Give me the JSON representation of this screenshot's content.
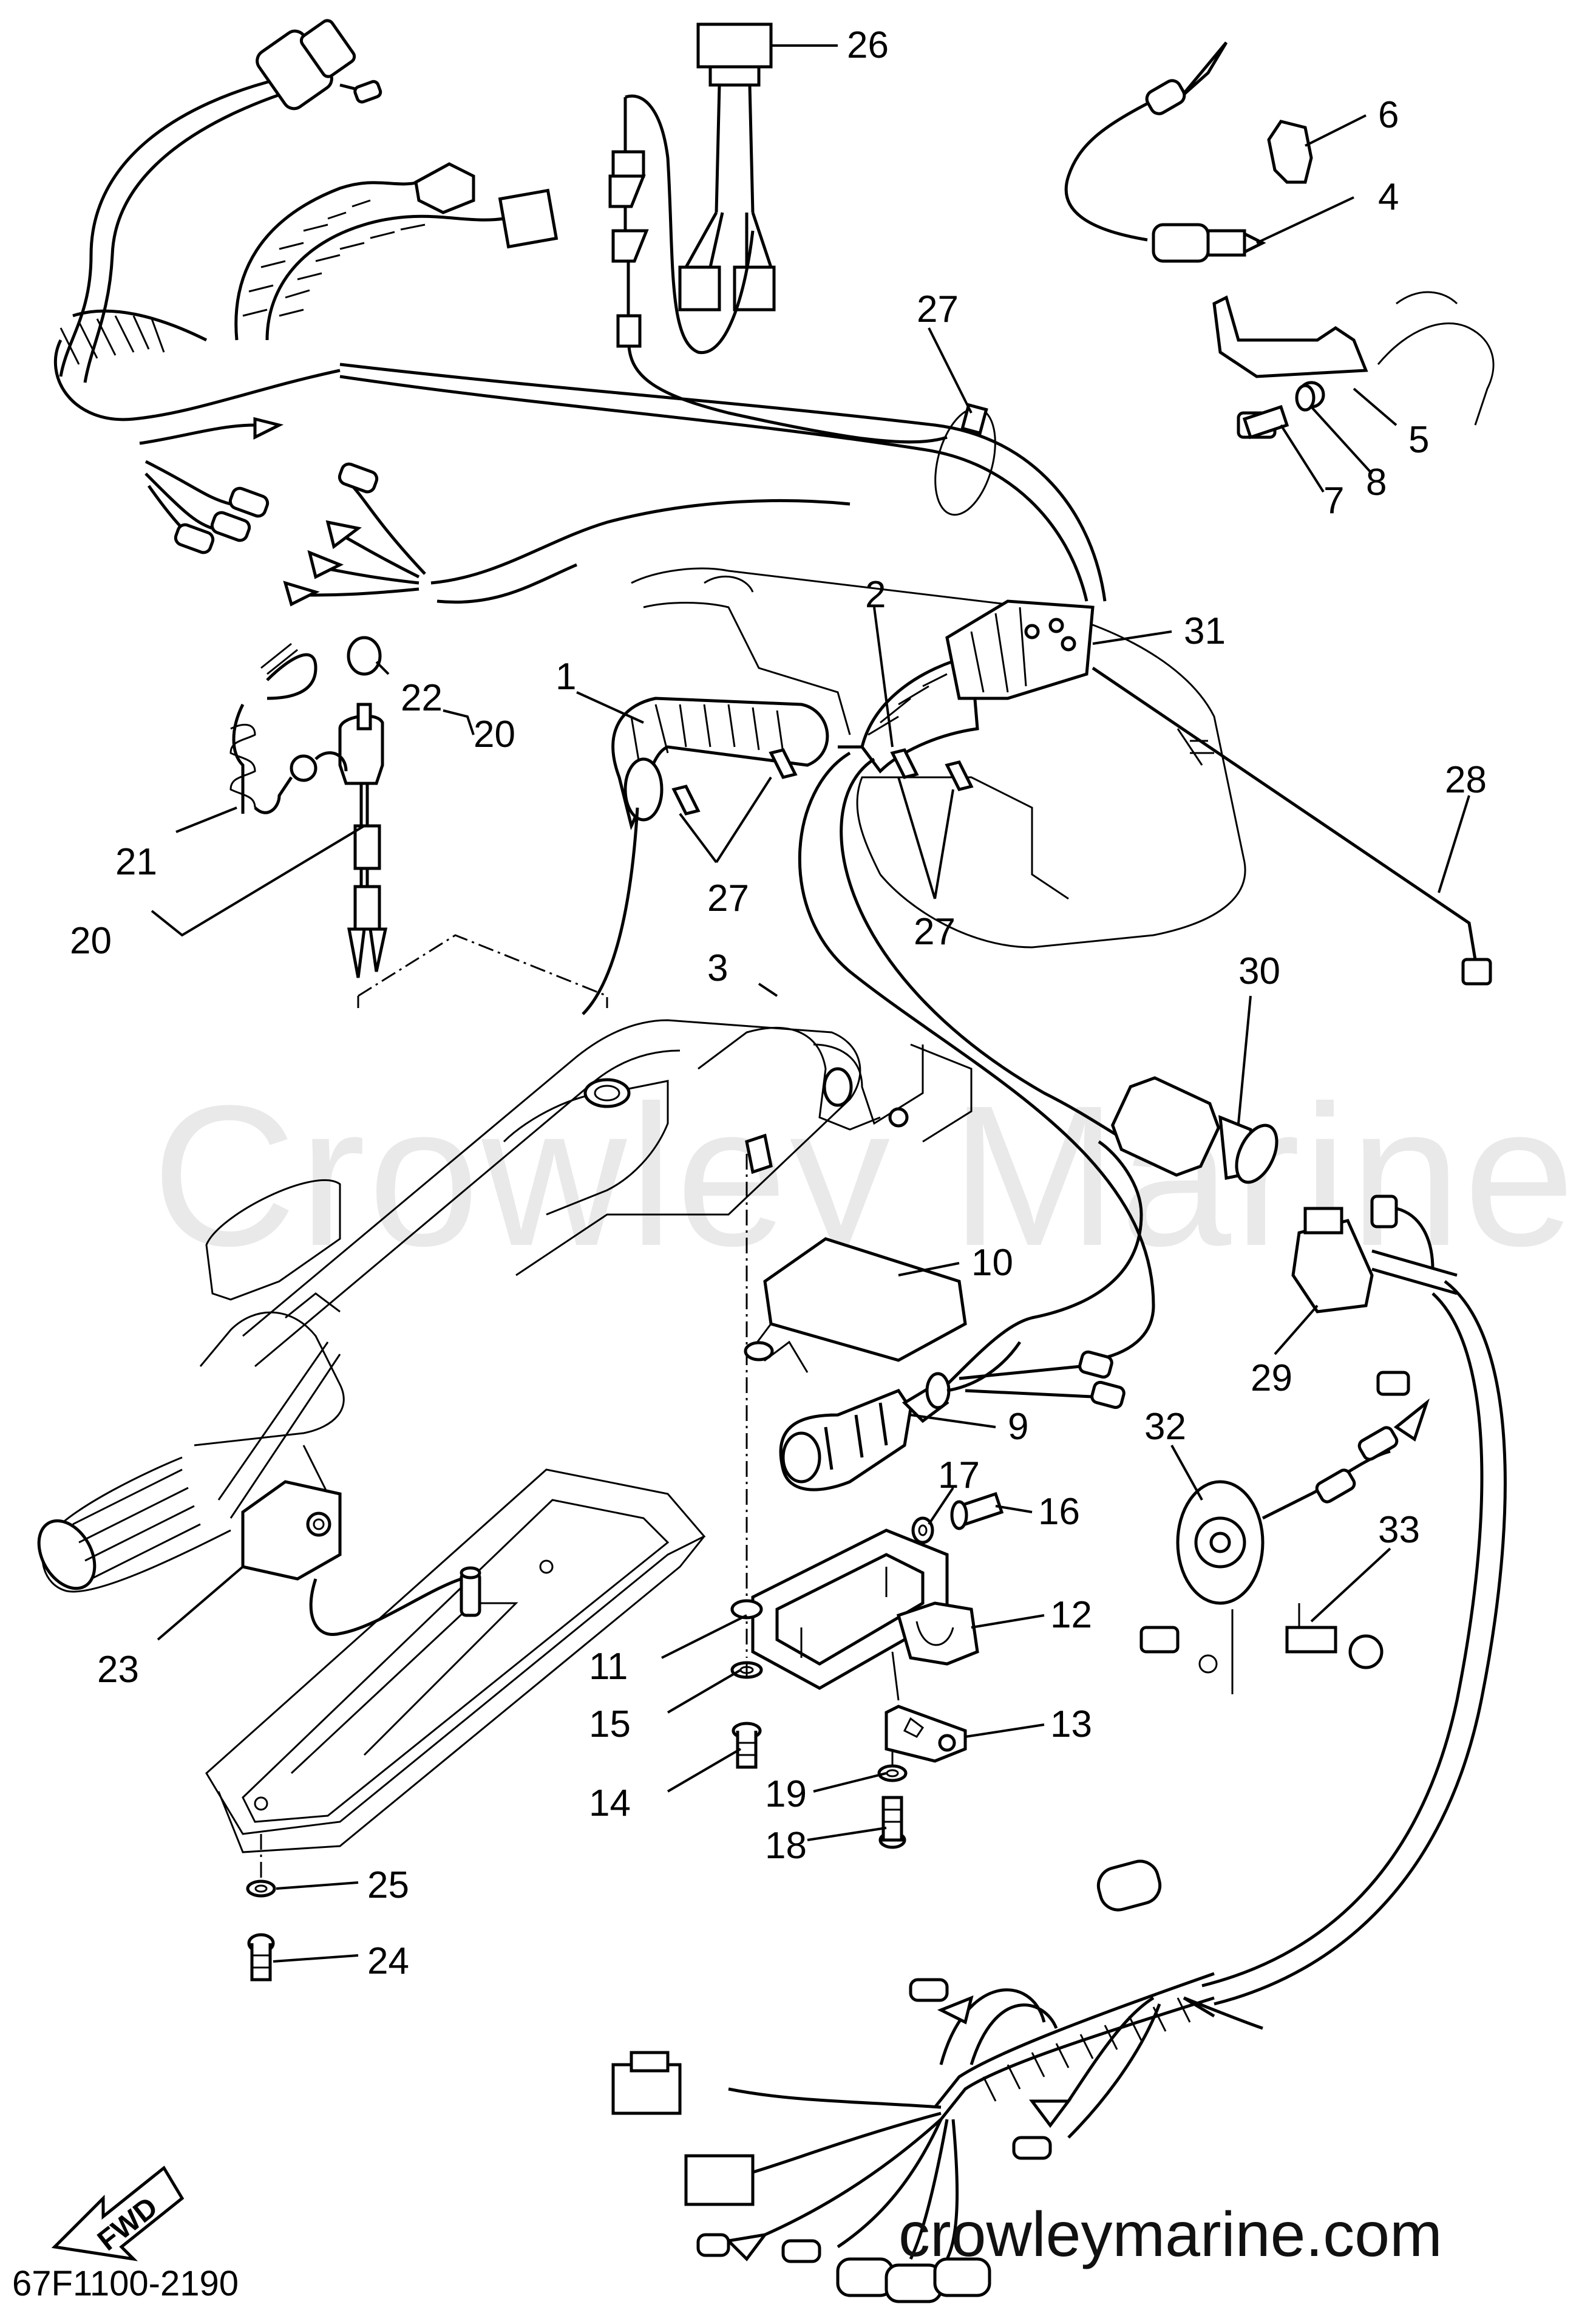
{
  "diagram": {
    "watermark": "Crowley Marine",
    "site": "crowleymarine.com",
    "drawing_code": "67F1100-2190",
    "direction_label": "FWD",
    "callouts": [
      {
        "id": "c1",
        "label": "1"
      },
      {
        "id": "c2",
        "label": "2"
      },
      {
        "id": "c3",
        "label": "3"
      },
      {
        "id": "c4",
        "label": "4"
      },
      {
        "id": "c5",
        "label": "5"
      },
      {
        "id": "c6",
        "label": "6"
      },
      {
        "id": "c7",
        "label": "7"
      },
      {
        "id": "c8",
        "label": "8"
      },
      {
        "id": "c9",
        "label": "9"
      },
      {
        "id": "c10",
        "label": "10"
      },
      {
        "id": "c11",
        "label": "11"
      },
      {
        "id": "c12",
        "label": "12"
      },
      {
        "id": "c13",
        "label": "13"
      },
      {
        "id": "c14",
        "label": "14"
      },
      {
        "id": "c15",
        "label": "15"
      },
      {
        "id": "c16",
        "label": "16"
      },
      {
        "id": "c17",
        "label": "17"
      },
      {
        "id": "c18",
        "label": "18"
      },
      {
        "id": "c19",
        "label": "19"
      },
      {
        "id": "c20a",
        "label": "20"
      },
      {
        "id": "c20b",
        "label": "20"
      },
      {
        "id": "c21",
        "label": "21"
      },
      {
        "id": "c22",
        "label": "22"
      },
      {
        "id": "c23",
        "label": "23"
      },
      {
        "id": "c24",
        "label": "24"
      },
      {
        "id": "c25",
        "label": "25"
      },
      {
        "id": "c26",
        "label": "26"
      },
      {
        "id": "c27a",
        "label": "27"
      },
      {
        "id": "c27b",
        "label": "27"
      },
      {
        "id": "c27c",
        "label": "27"
      },
      {
        "id": "c28",
        "label": "28"
      },
      {
        "id": "c29",
        "label": "29"
      },
      {
        "id": "c30",
        "label": "30"
      },
      {
        "id": "c31",
        "label": "31"
      },
      {
        "id": "c32",
        "label": "32"
      },
      {
        "id": "c33",
        "label": "33"
      }
    ]
  }
}
